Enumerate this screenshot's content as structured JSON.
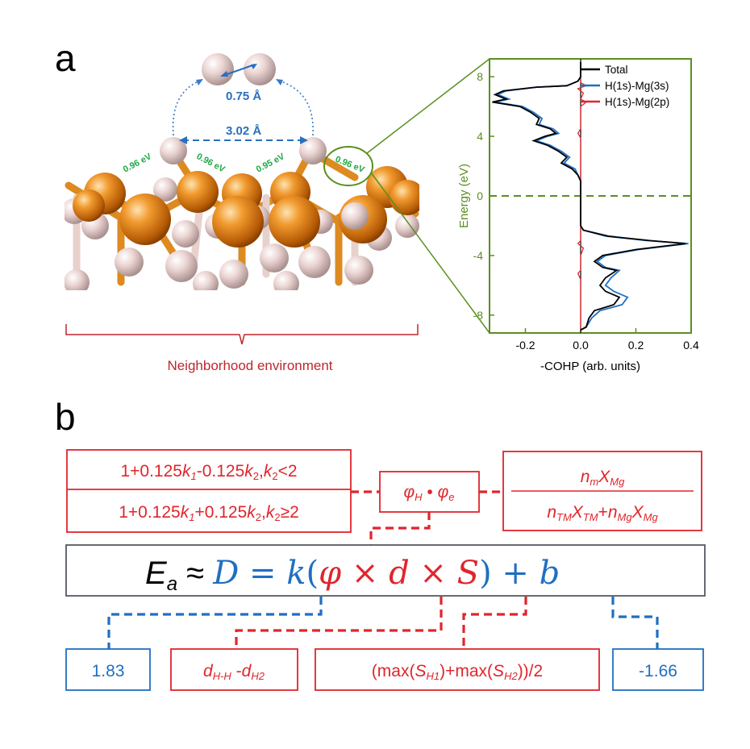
{
  "panel_a": {
    "label": "a",
    "h2_distance": "0.75 Å",
    "hh_distance": "3.02 Å",
    "bond_energies": [
      "0.96 eV",
      "0.96 eV",
      "0.95 eV",
      "0.96 eV"
    ],
    "neighborhood_label": "Neighborhood environment"
  },
  "chart_data": {
    "type": "line",
    "xlabel": "-COHP (arb. units)",
    "ylabel": "Energy (eV)",
    "xlim": [
      -0.33,
      0.4
    ],
    "ylim": [
      -9.2,
      9.2
    ],
    "xticks": [
      "-0.2",
      "0.0",
      "0.2",
      "0.4"
    ],
    "yticks": [
      "8",
      "4",
      "0",
      "-4",
      "-8"
    ],
    "fermi_level": 0,
    "legend": {
      "position": "top-right",
      "entries": [
        "Total",
        "H(1s)-Mg(3s)",
        "H(1s)-Mg(2p)"
      ]
    },
    "colors": {
      "total": "#000000",
      "s": "#1f6fc2",
      "p": "#e0252c",
      "frame": "#5b8f1f"
    },
    "series": [
      {
        "name": "Total",
        "points": [
          [
            0.0,
            9.0
          ],
          [
            0.0,
            8.0
          ],
          [
            -0.01,
            7.7
          ],
          [
            -0.05,
            7.4
          ],
          [
            -0.16,
            7.3
          ],
          [
            -0.28,
            7.05
          ],
          [
            -0.31,
            6.8
          ],
          [
            -0.27,
            6.5
          ],
          [
            -0.32,
            6.3
          ],
          [
            -0.22,
            6.0
          ],
          [
            -0.18,
            5.6
          ],
          [
            -0.15,
            5.2
          ],
          [
            -0.16,
            4.8
          ],
          [
            -0.11,
            4.5
          ],
          [
            -0.09,
            4.2
          ],
          [
            -0.13,
            4.0
          ],
          [
            -0.17,
            3.7
          ],
          [
            -0.12,
            3.4
          ],
          [
            -0.08,
            3.0
          ],
          [
            -0.05,
            2.6
          ],
          [
            -0.07,
            2.2
          ],
          [
            -0.03,
            1.8
          ],
          [
            -0.01,
            1.4
          ],
          [
            0.0,
            1.0
          ],
          [
            0.0,
            -2.0
          ],
          [
            0.01,
            -2.3
          ],
          [
            0.1,
            -2.7
          ],
          [
            0.25,
            -3.0
          ],
          [
            0.38,
            -3.2
          ],
          [
            0.2,
            -3.6
          ],
          [
            0.08,
            -4.0
          ],
          [
            0.05,
            -4.4
          ],
          [
            0.08,
            -4.8
          ],
          [
            0.13,
            -5.0
          ],
          [
            0.09,
            -5.5
          ],
          [
            0.07,
            -6.0
          ],
          [
            0.09,
            -6.4
          ],
          [
            0.14,
            -6.8
          ],
          [
            0.12,
            -7.3
          ],
          [
            0.05,
            -7.7
          ],
          [
            0.03,
            -8.2
          ],
          [
            0.02,
            -8.8
          ],
          [
            0.0,
            -9.0
          ]
        ]
      },
      {
        "name": "H(1s)-Mg(3s)",
        "points": [
          [
            0.0,
            9.0
          ],
          [
            0.0,
            8.0
          ],
          [
            -0.01,
            7.7
          ],
          [
            -0.05,
            7.4
          ],
          [
            -0.16,
            7.3
          ],
          [
            -0.27,
            7.05
          ],
          [
            -0.3,
            6.8
          ],
          [
            -0.26,
            6.5
          ],
          [
            -0.31,
            6.3
          ],
          [
            -0.21,
            6.0
          ],
          [
            -0.17,
            5.6
          ],
          [
            -0.14,
            5.2
          ],
          [
            -0.15,
            4.8
          ],
          [
            -0.1,
            4.5
          ],
          [
            -0.08,
            4.2
          ],
          [
            -0.12,
            4.0
          ],
          [
            -0.16,
            3.7
          ],
          [
            -0.11,
            3.4
          ],
          [
            -0.07,
            3.0
          ],
          [
            -0.04,
            2.6
          ],
          [
            -0.06,
            2.2
          ],
          [
            -0.02,
            1.8
          ],
          [
            -0.01,
            1.4
          ],
          [
            0.0,
            1.0
          ],
          [
            0.0,
            -2.0
          ],
          [
            0.01,
            -2.3
          ],
          [
            0.09,
            -2.7
          ],
          [
            0.24,
            -3.0
          ],
          [
            0.39,
            -3.2
          ],
          [
            0.21,
            -3.6
          ],
          [
            0.09,
            -4.0
          ],
          [
            0.06,
            -4.4
          ],
          [
            0.09,
            -4.8
          ],
          [
            0.14,
            -5.0
          ],
          [
            0.11,
            -5.5
          ],
          [
            0.09,
            -6.0
          ],
          [
            0.12,
            -6.4
          ],
          [
            0.17,
            -6.8
          ],
          [
            0.15,
            -7.3
          ],
          [
            0.07,
            -7.7
          ],
          [
            0.04,
            -8.2
          ],
          [
            0.02,
            -8.8
          ],
          [
            0.0,
            -9.0
          ]
        ]
      },
      {
        "name": "H(1s)-Mg(2p)",
        "points": [
          [
            0.0,
            9.0
          ],
          [
            0.0,
            7.6
          ],
          [
            0.02,
            7.4
          ],
          [
            -0.01,
            7.2
          ],
          [
            0.01,
            6.9
          ],
          [
            0.0,
            6.5
          ],
          [
            0.02,
            6.3
          ],
          [
            0.0,
            6.0
          ],
          [
            0.0,
            4.5
          ],
          [
            -0.01,
            4.2
          ],
          [
            0.0,
            3.9
          ],
          [
            0.0,
            -2.5
          ],
          [
            0.0,
            -3.0
          ],
          [
            -0.01,
            -3.2
          ],
          [
            0.01,
            -3.5
          ],
          [
            0.0,
            -4.0
          ],
          [
            0.0,
            -5.0
          ],
          [
            -0.01,
            -5.2
          ],
          [
            0.0,
            -5.6
          ],
          [
            0.0,
            -9.0
          ]
        ]
      }
    ]
  },
  "panel_b": {
    "label": "b",
    "k1_low": {
      "a": "1+0.125",
      "k1": "k",
      "s1": "1",
      "b": "-0.125",
      "k2": "k",
      "s2": "2",
      "c": ",",
      "k3": "k",
      "s3": "2",
      "d": "<2"
    },
    "k1_high": {
      "a": "1+0.125",
      "k1": "k",
      "s1": "1",
      "b": "+0.125",
      "k2": "k",
      "s2": "2",
      "c": ",",
      "k3": "k",
      "s3": "2",
      "d": "≥2"
    },
    "phi": {
      "phi1": "φ",
      "sub1": "H",
      "dot": " • ",
      "phi2": "φ",
      "sub2": "e"
    },
    "fraction": {
      "num_n": "n",
      "num_n_sub": "m",
      "num_x": "X",
      "num_x_sub": "Mg",
      "den_n1": "n",
      "den_n1_sub": "TM",
      "den_x1": "X",
      "den_x1_sub": "TM",
      "den_plus": "+",
      "den_n2": "n",
      "den_n2_sub": "Mg",
      "den_x2": "X",
      "den_x2_sub": "Mg"
    },
    "equation": {
      "ea": "E",
      "ea_sub": "a",
      "approx": " ≈ ",
      "D": "D",
      "eq": " = ",
      "k": "k",
      "lparen": "(",
      "phi": "φ",
      "times1": " × ",
      "d": "d",
      "times2": " ×  ",
      "S": "S",
      "rparen": ")",
      "plus": " + ",
      "b": "b"
    },
    "k_value": "1.83",
    "d_term": {
      "d1": "d",
      "d1_sub": "H-H",
      "minus": " -",
      "d2": "d",
      "d2_sub": "H2"
    },
    "s_term": {
      "a": "(max(",
      "s1": "S",
      "s1_sub": "H1",
      "b": ")+max(",
      "s2": "S",
      "s2_sub": "H2",
      "c": "))/2"
    },
    "b_value": "-1.66"
  }
}
